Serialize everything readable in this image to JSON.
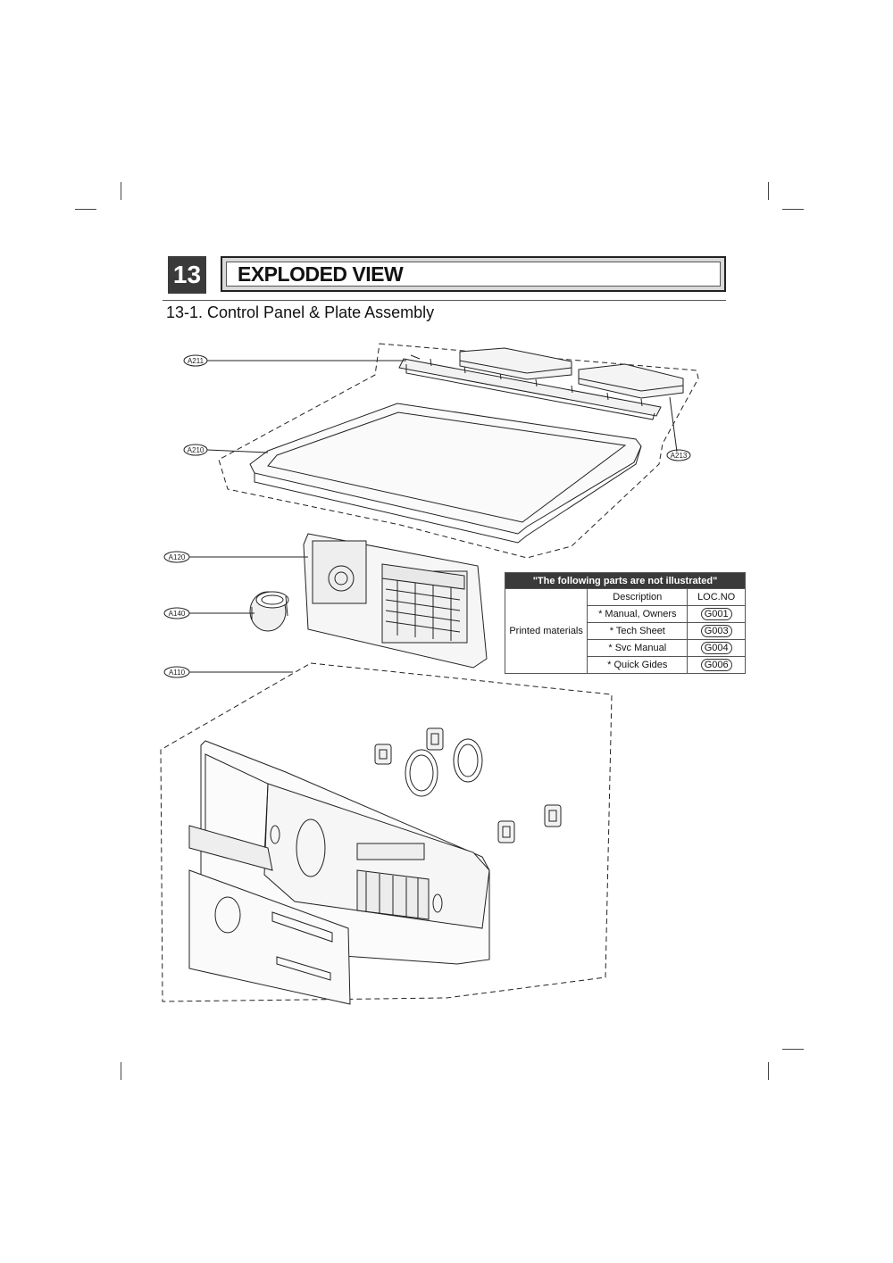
{
  "section": {
    "number": "13",
    "title": "EXPLODED VIEW",
    "subtitle": "13-1. Control Panel & Plate Assembly"
  },
  "callouts": {
    "a211": "A211",
    "a210": "A210",
    "a213": "A213",
    "a120": "A120",
    "a140": "A140",
    "a110": "A110"
  },
  "not_illustrated": {
    "header": "\"The following parts are not illustrated\"",
    "col_description": "Description",
    "col_loc": "LOC.NO",
    "group_label": "Printed materials",
    "rows": [
      {
        "description": "* Manual, Owners",
        "loc": "G001"
      },
      {
        "description": "* Tech Sheet",
        "loc": "G003"
      },
      {
        "description": "* Svc Manual",
        "loc": "G004"
      },
      {
        "description": "* Quick Gides",
        "loc": "G006"
      }
    ]
  }
}
